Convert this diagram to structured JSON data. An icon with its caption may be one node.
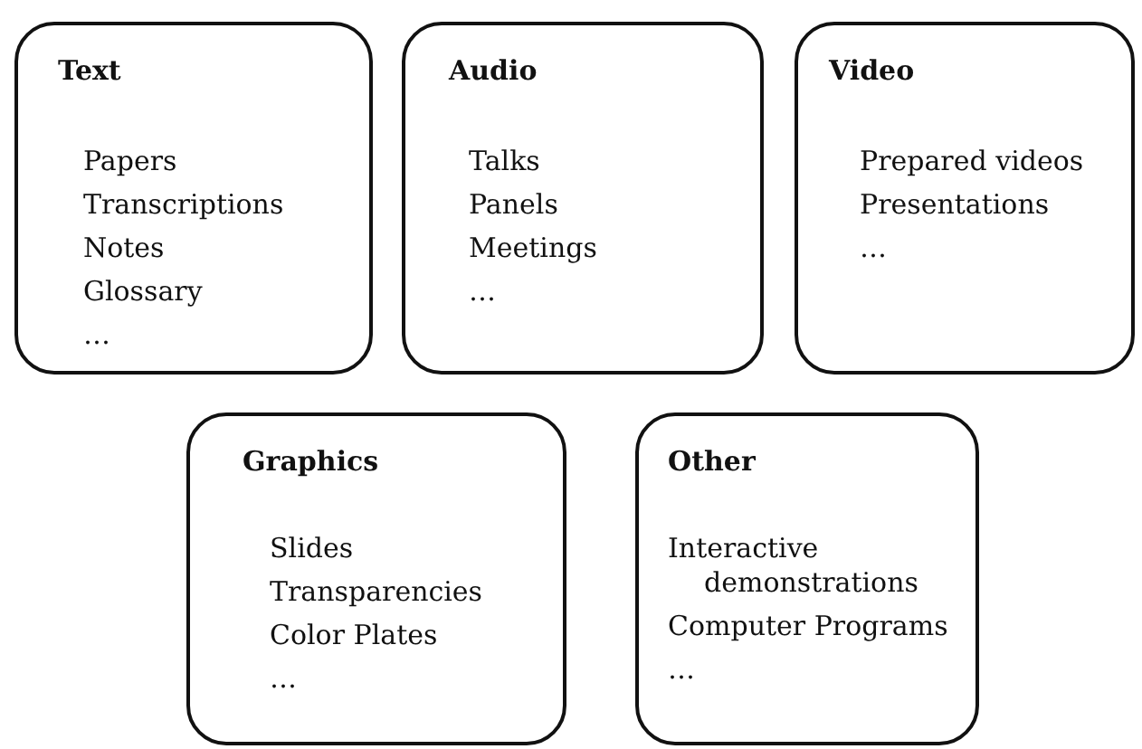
{
  "diagram": {
    "nodes": [
      {
        "text": [
          "Text",
          "Papers",
          "Transcriptions",
          "Notes",
          "Glossary",
          "…"
        ]
      },
      {
        "text": [
          "Audio",
          "Talks",
          "Panels",
          "Meetings",
          "…"
        ]
      },
      {
        "text": [
          "Video",
          "Prepared videos",
          "Presentations",
          "…"
        ]
      },
      {
        "text": [
          "Graphics",
          "Slides",
          "Transparencies",
          "Color Plates",
          "…"
        ]
      },
      {
        "text": [
          "Other",
          "Interactive demonstrations",
          "Computer Programs",
          "…"
        ]
      }
    ]
  }
}
